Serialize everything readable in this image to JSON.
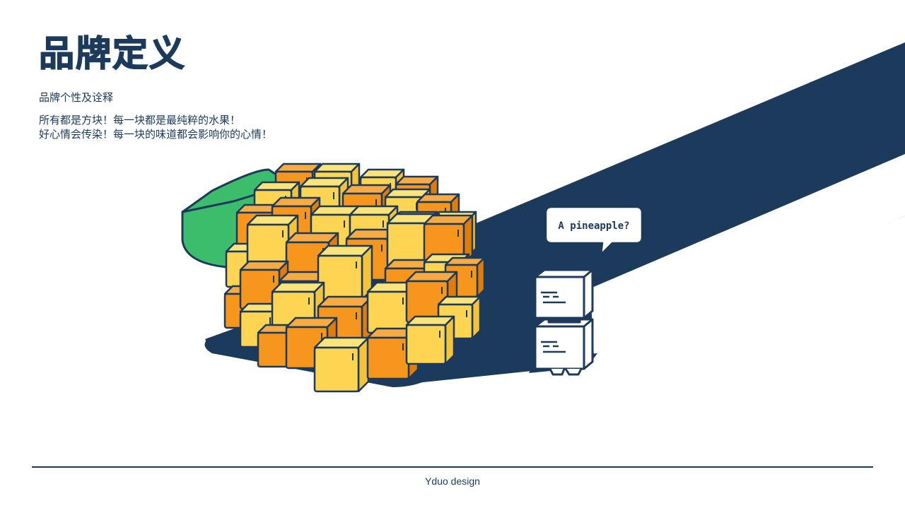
{
  "header": {
    "title": "品牌定义",
    "subtitle": "品牌个性及诠释"
  },
  "description": {
    "line1": "所有都是方块！每一块都是最纯粹的水果！",
    "line2": "好心情会传染！每一块的味道都会影响你的心情！"
  },
  "illustration": {
    "speech_bubble": "A pineapple?",
    "colors": {
      "navy": "#1b3a5c",
      "yellow": "#fdd553",
      "orange": "#f7961d",
      "green": "#3cbd6c",
      "white": "#ffffff"
    }
  },
  "footer": {
    "brand": "Yduo design"
  }
}
